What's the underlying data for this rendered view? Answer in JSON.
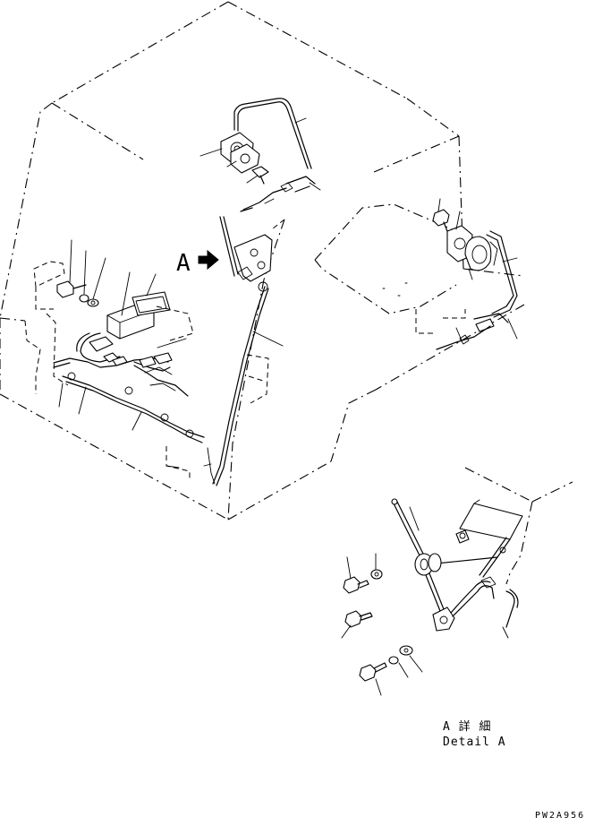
{
  "labels": {
    "view_marker": "A",
    "detail_jp": "A 詳 細",
    "detail_en": "Detail A",
    "drawing_code": "PW2A956"
  },
  "icons": {
    "view_arrow": "black-arrow-right-icon"
  },
  "colors": {
    "ink": "#000000",
    "paper": "#ffffff"
  }
}
